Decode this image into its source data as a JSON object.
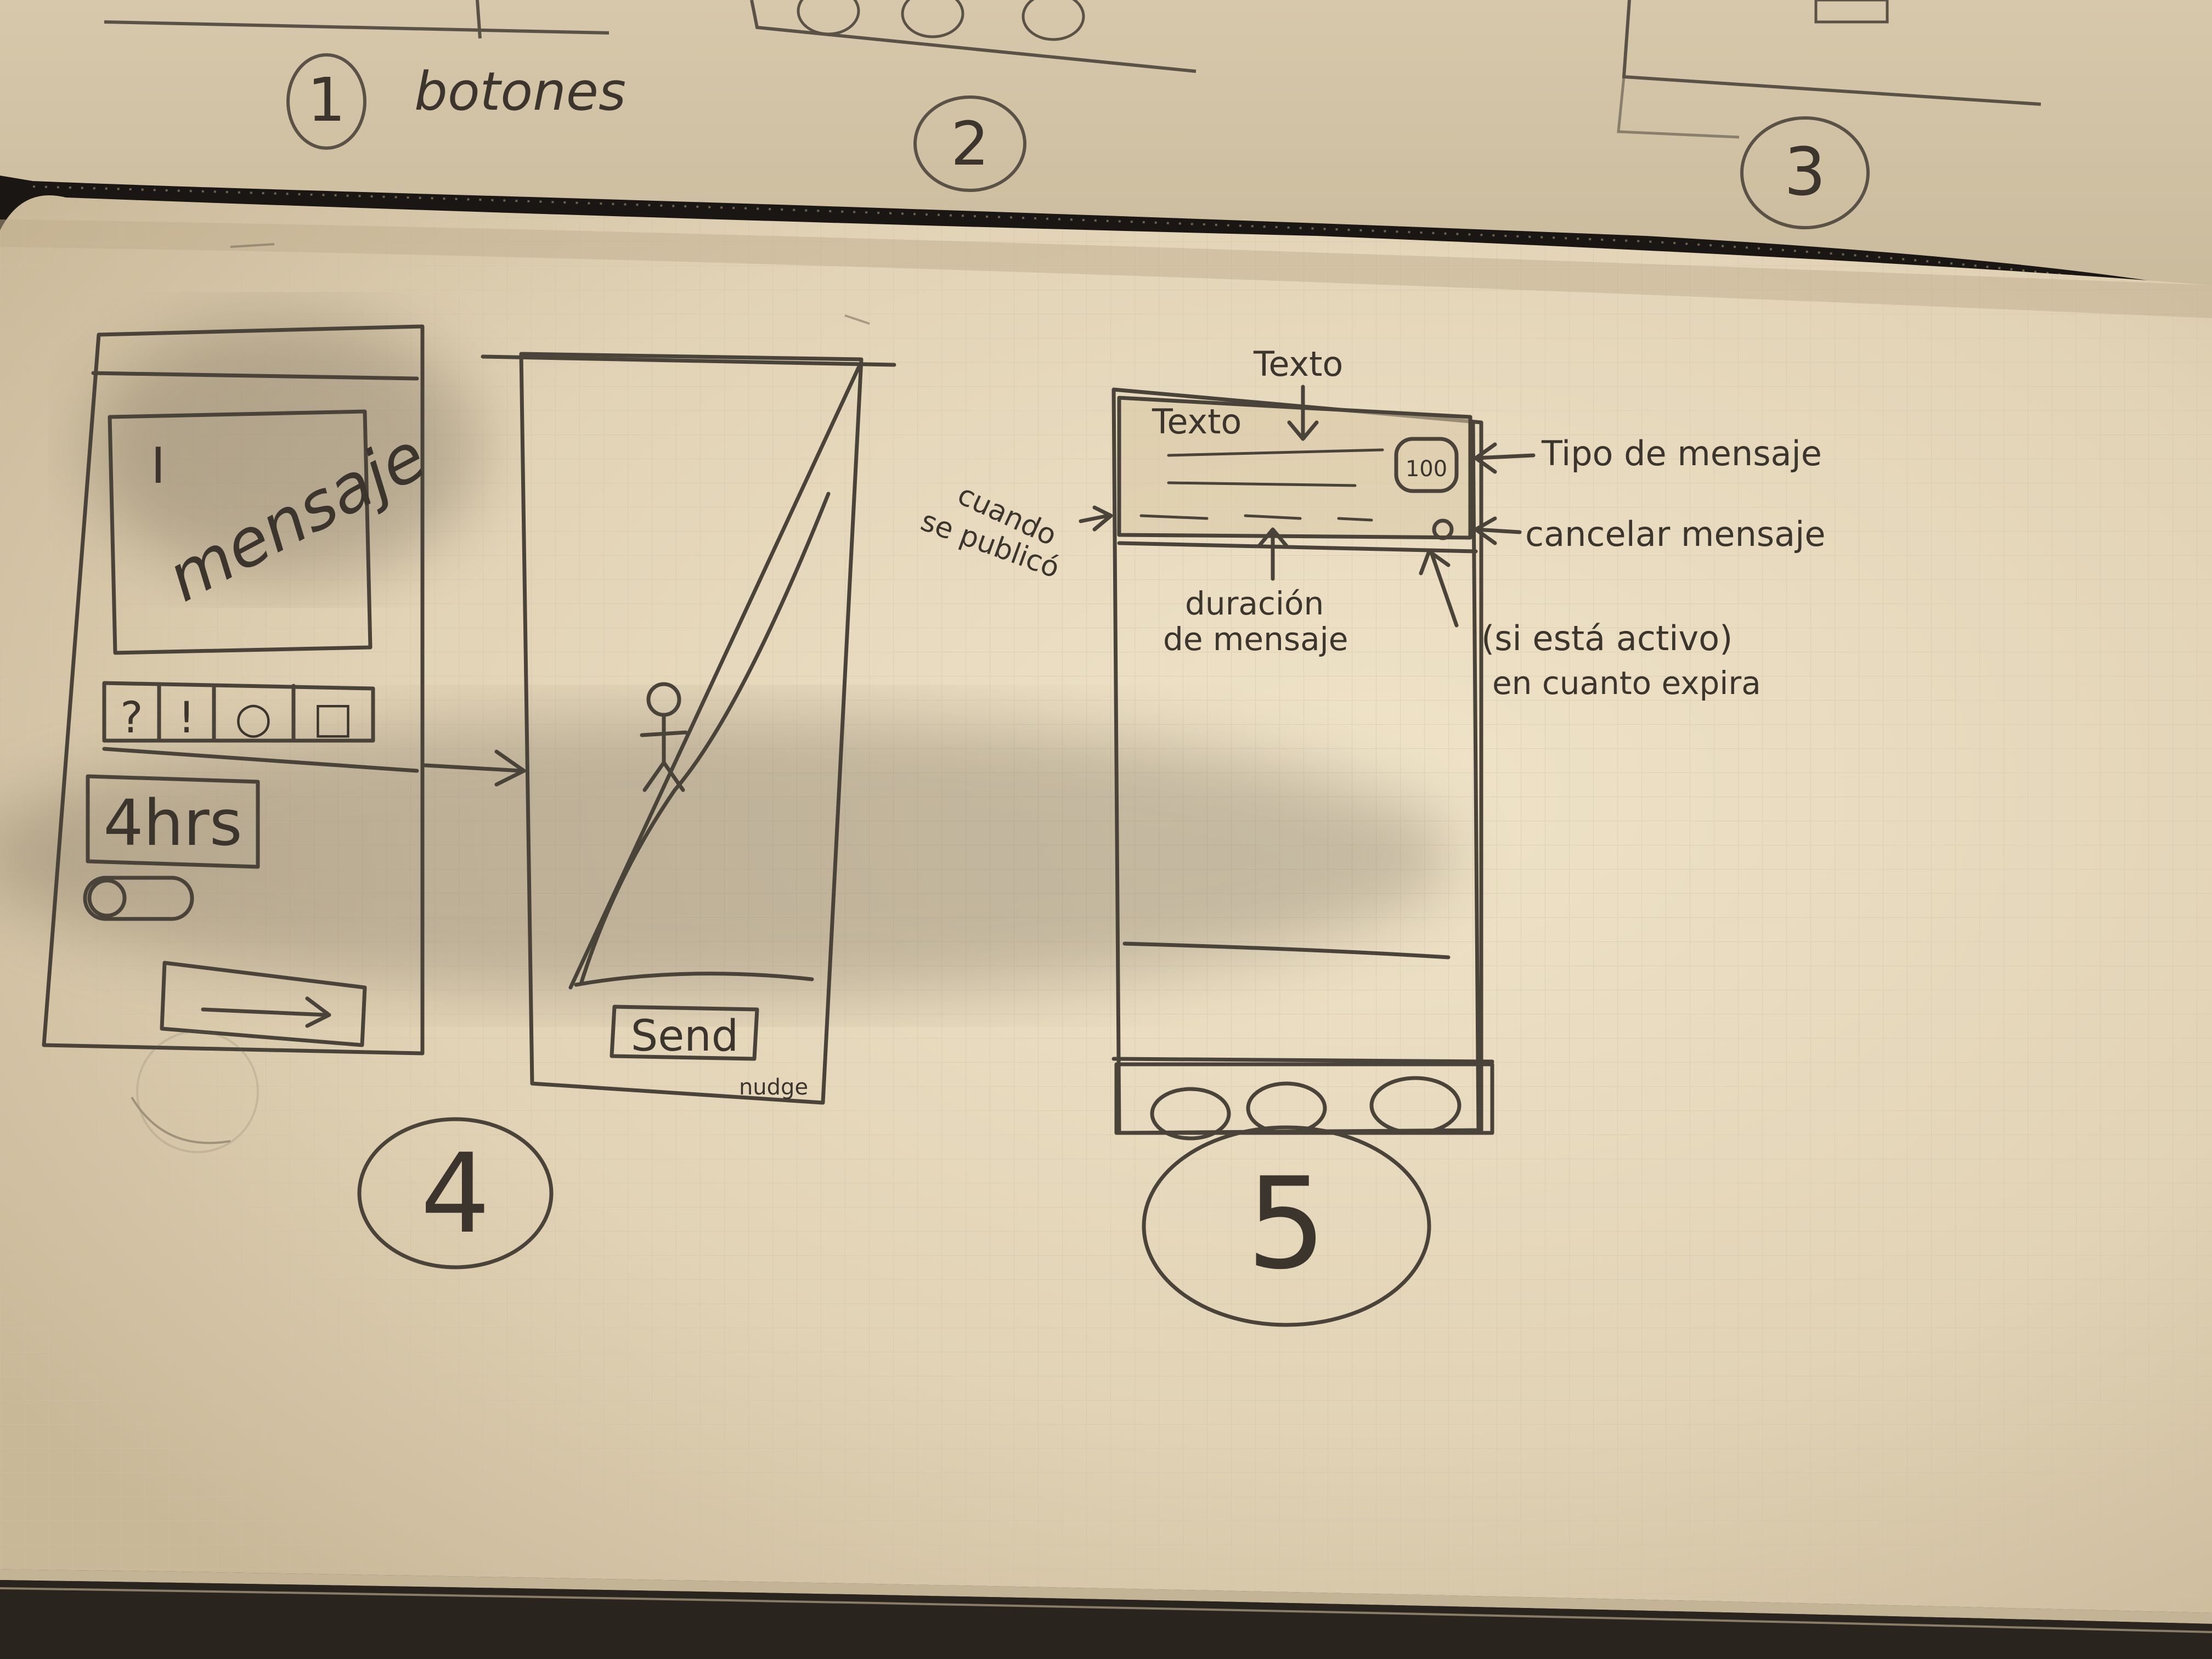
{
  "top_page": {
    "sketch_numbers": [
      "1",
      "2",
      "3"
    ],
    "annotation": "botones"
  },
  "sketch_4": {
    "number": "4",
    "message_box_label": "mensaje",
    "message_box_cursor": "I",
    "type_buttons": [
      "?",
      "!",
      "○",
      "□"
    ],
    "duration_chip": "4hrs",
    "send_button": "Send",
    "nudge_label": "nudge"
  },
  "sketch_5": {
    "number": "5",
    "card_title": "Texto",
    "card_badge": "100",
    "annotations": {
      "texto": "Texto",
      "tipo_de_mensaje": "Tipo de mensaje",
      "cancelar_mensaje": "cancelar mensaje",
      "cuando": "cuando",
      "se_publico": "se publicó",
      "duracion_1": "duración",
      "duracion_2": "de mensaje",
      "si_esta_activo": "(si está activo)",
      "en_cuanto_expira": "en cuanto expira"
    }
  },
  "colors": {
    "paper": "#e6d8bd",
    "paper_shadow": "#a99a80",
    "pencil": "#4a4339",
    "background": "#1a1613"
  }
}
